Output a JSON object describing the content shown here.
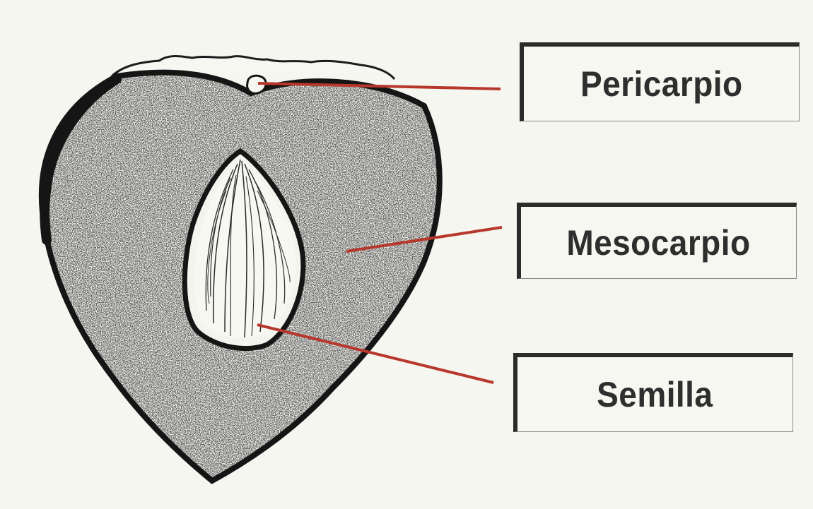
{
  "labels": {
    "pericarp": "Pericarpio",
    "mesocarp": "Mesocarpio",
    "seed": "Semilla"
  },
  "colors": {
    "background": "#f4f6ef",
    "outline": "#1a1a1a",
    "leader_line": "#b8372d",
    "label_text": "#2e2e2e"
  }
}
